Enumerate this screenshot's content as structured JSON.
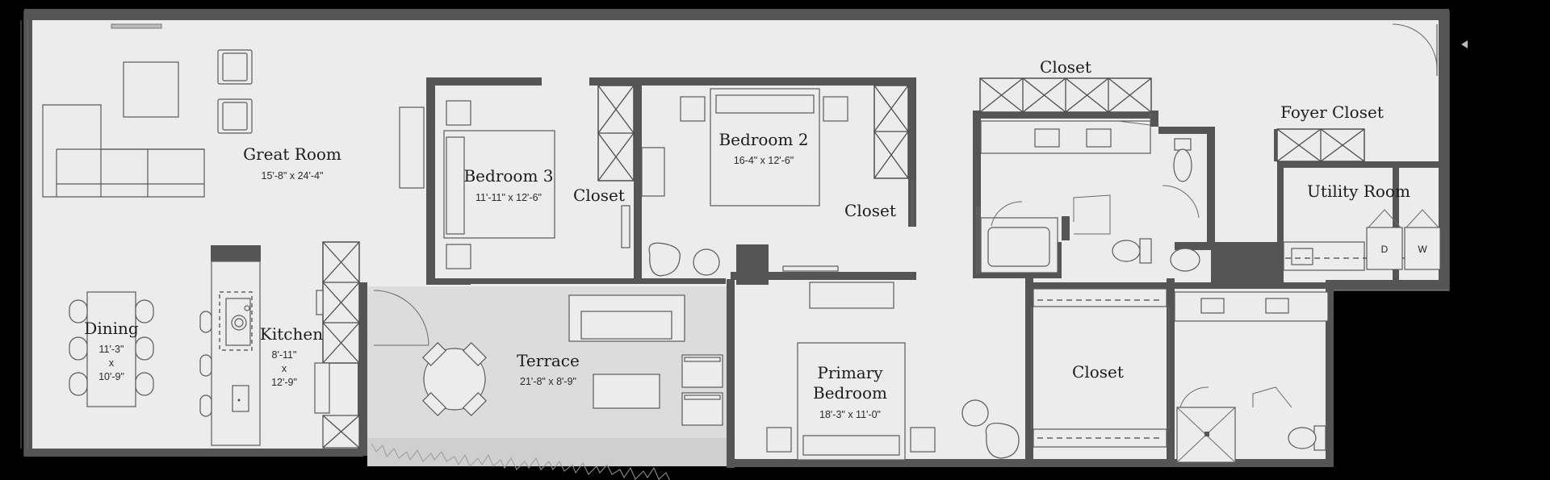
{
  "rooms": {
    "great_room": {
      "name": "Great Room",
      "dim": "15'-8\" x 24'-4\""
    },
    "bedroom3": {
      "name": "Bedroom 3",
      "dim": "11'-11\" x 12'-6\""
    },
    "bedroom2": {
      "name": "Bedroom 2",
      "dim": "16-4\" x 12'-6\""
    },
    "closet_top": {
      "name": "Closet"
    },
    "closet_b3": {
      "name": "Closet"
    },
    "closet_b2": {
      "name": "Closet"
    },
    "foyer_closet": {
      "name": "Foyer Closet"
    },
    "utility_room": {
      "name": "Utility Room"
    },
    "dining": {
      "name": "Dining",
      "dim1": "11'-3\"",
      "dim2": "x",
      "dim3": "10'-9\""
    },
    "kitchen": {
      "name": "Kitchen",
      "dim1": "8'-11\"",
      "dim2": "x",
      "dim3": "12'-9\""
    },
    "terrace": {
      "name": "Terrace",
      "dim": "21'-8\" x 8'-9\""
    },
    "primary_bedroom": {
      "name1": "Primary",
      "name2": "Bedroom",
      "dim": "18'-3\" x 11'-0\""
    },
    "closet_primary": {
      "name": "Closet"
    }
  },
  "appliances": {
    "dryer": "D",
    "washer": "W"
  },
  "colors": {
    "background": "#000000",
    "floor": "#ececec",
    "wall": "#555555",
    "terrace": "#dedede"
  },
  "icons": {
    "entry_marker": "entry-arrow-icon"
  }
}
